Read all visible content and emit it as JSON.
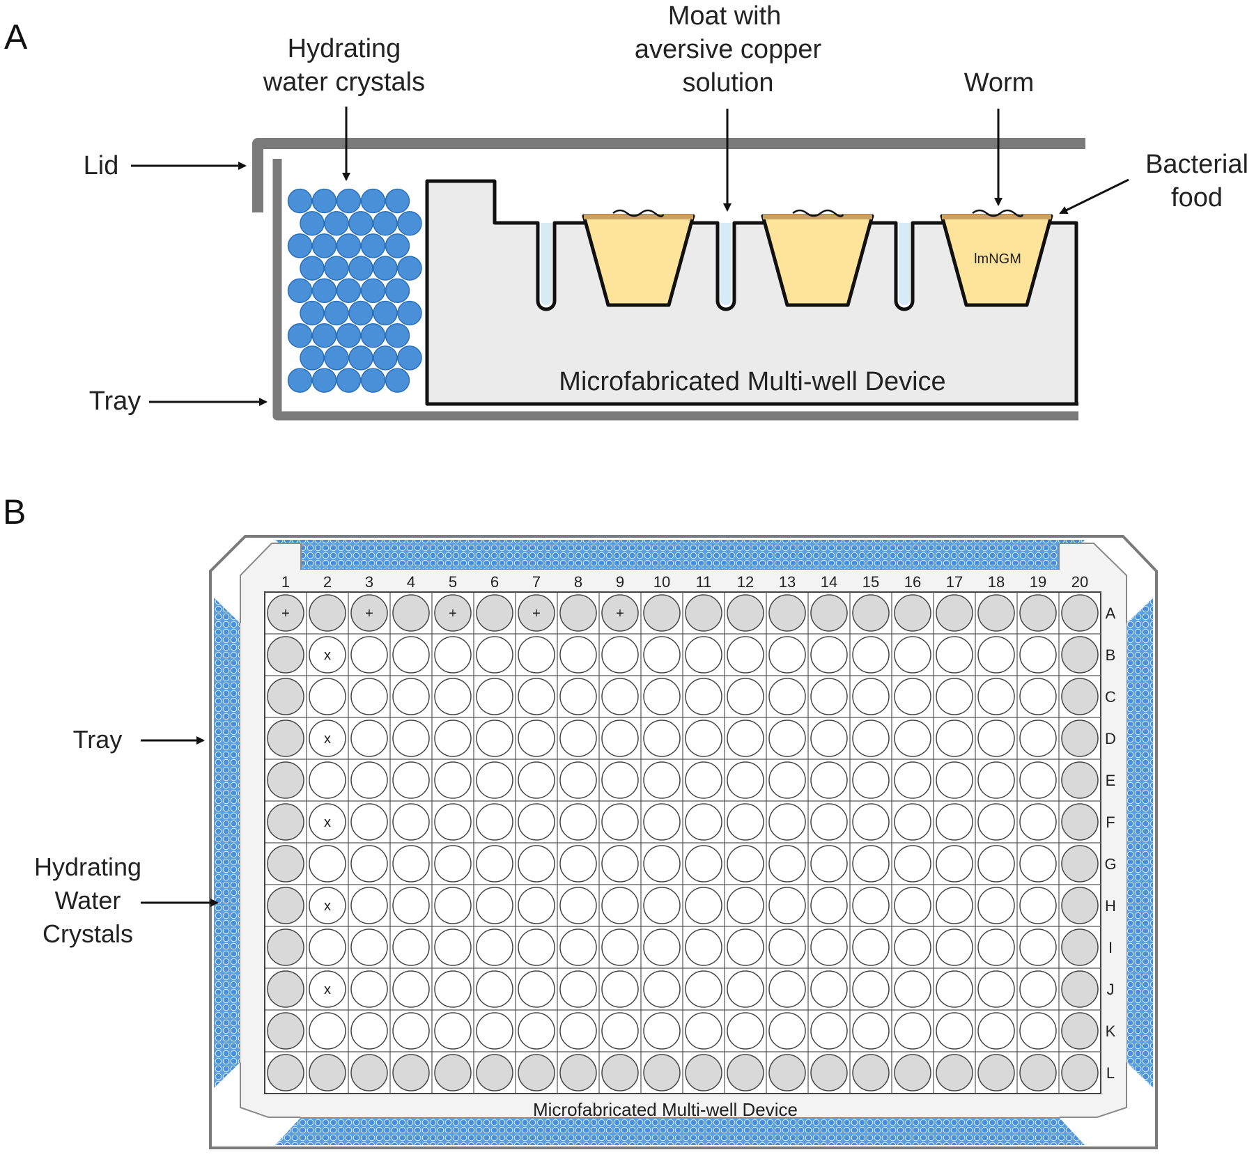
{
  "panelA": {
    "letter": "A",
    "labels": {
      "crystals": [
        "Hydrating",
        "water crystals"
      ],
      "moat": [
        "Moat with",
        "aversive copper",
        "solution"
      ],
      "worm": "Worm",
      "food": [
        "Bacterial",
        "food"
      ],
      "lid": "Lid",
      "tray": "Tray",
      "agar": "lmNGM",
      "device": "Microfabricated Multi-well Device"
    }
  },
  "panelB": {
    "letter": "B",
    "columns": [
      "1",
      "2",
      "3",
      "4",
      "5",
      "6",
      "7",
      "8",
      "9",
      "10",
      "11",
      "12",
      "13",
      "14",
      "15",
      "16",
      "17",
      "18",
      "19",
      "20"
    ],
    "rows": [
      "A",
      "B",
      "C",
      "D",
      "E",
      "F",
      "G",
      "H",
      "I",
      "J",
      "K",
      "L"
    ],
    "plus_mark": "+",
    "x_mark": "x",
    "plus_wells": [
      [
        0,
        0
      ],
      [
        0,
        2
      ],
      [
        0,
        4
      ],
      [
        0,
        6
      ],
      [
        0,
        8
      ]
    ],
    "x_wells": [
      [
        1,
        1
      ],
      [
        3,
        1
      ],
      [
        5,
        1
      ],
      [
        7,
        1
      ],
      [
        9,
        1
      ]
    ],
    "labels": {
      "tray": "Tray",
      "crystals": [
        "Hydrating",
        "Water",
        "Crystals"
      ],
      "device": "Microfabricated Multi-well Device"
    }
  },
  "colors": {
    "crystal": "#4a90d9",
    "crystal_dark": "#2a6fb8",
    "tray_gray": "#7a7a7a",
    "device_fill": "#ebebeb",
    "agar": "#fde49a",
    "food": "#c9a261",
    "moat": "#d6ebf5",
    "edge_well": "#d9d9d9"
  }
}
